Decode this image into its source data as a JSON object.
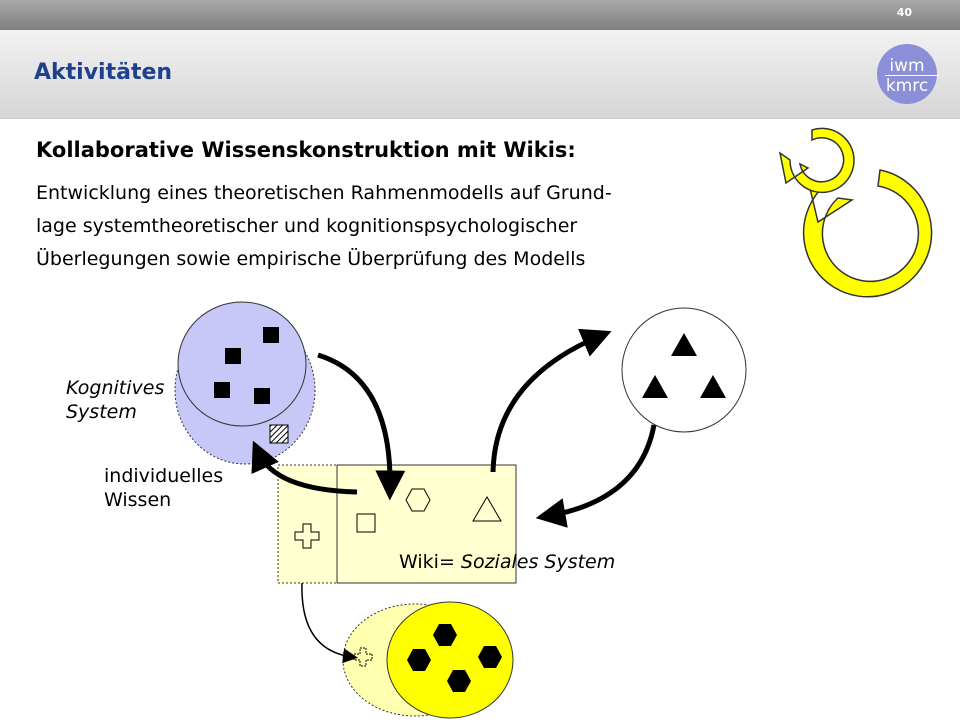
{
  "page_number": "40",
  "section_title": "Aktivitäten",
  "logo": {
    "line1": "iwm",
    "line2": "kmrc"
  },
  "heading": "Kollaborative Wissenskonstruktion mit Wikis:",
  "body_lines": [
    "Entwicklung eines theoretischen Rahmenmodells auf Grund-",
    "lage systemtheoretischer und kognitionspsychologischer",
    "Überlegungen sowie empirische Überprüfung des Modells"
  ],
  "labels": {
    "cognitive_line1": "Kognitives",
    "cognitive_line2": "System",
    "individual_line1": "individuelles",
    "individual_line2": "Wissen",
    "wiki_prefix": "Wiki",
    "wiki_suffix": "= Soziales System"
  },
  "colors": {
    "title_blue": "#1f3f8f",
    "logo_purple": "#8a8fd8",
    "cognitive_fill": "#c8c8f8",
    "wiki_fill": "#ffffd0",
    "yellow_fill": "#ffff00"
  },
  "icons": [
    "cycle-arrows-icon",
    "square-icon",
    "hexagon-icon",
    "triangle-icon",
    "cross-icon",
    "curved-arrow-icon"
  ]
}
